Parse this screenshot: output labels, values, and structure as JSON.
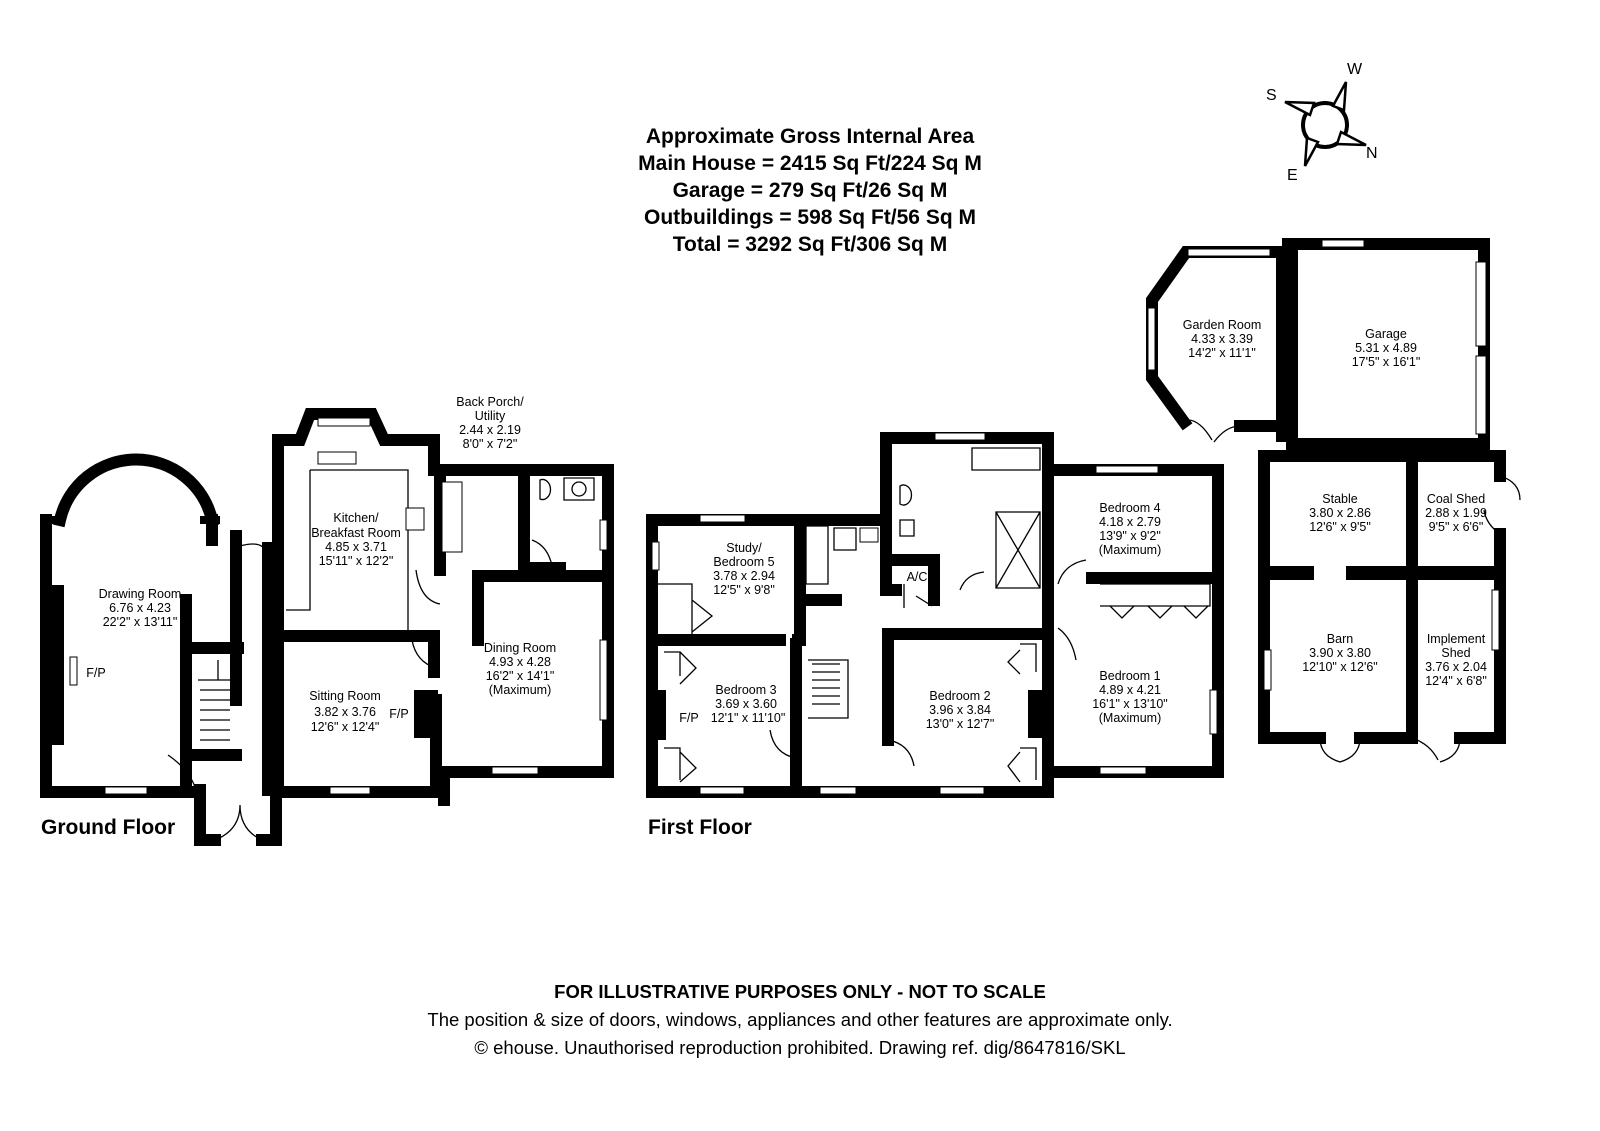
{
  "area": {
    "heading": "Approximate Gross Internal Area",
    "lines": [
      "Main House = 2415 Sq Ft/224 Sq M",
      "Garage = 279 Sq Ft/26 Sq M",
      "Outbuildings = 598 Sq Ft/56 Sq M",
      "Total = 3292 Sq Ft/306 Sq M"
    ]
  },
  "compass": {
    "n": "N",
    "s": "S",
    "e": "E",
    "w": "W"
  },
  "floors": {
    "ground": "Ground Floor",
    "first": "First Floor"
  },
  "rooms": {
    "drawing": {
      "name": "Drawing Room",
      "metric": "6.76 x 4.23",
      "imperial": "22'2\" x 13'11\"",
      "fp": "F/P"
    },
    "kitchen": {
      "name1": "Kitchen/",
      "name2": "Breakfast Room",
      "metric": "4.85 x 3.71",
      "imperial": "15'11\" x 12'2\""
    },
    "porch": {
      "name1": "Back Porch/",
      "name2": "Utility",
      "metric": "2.44 x 2.19",
      "imperial": "8'0\" x 7'2\""
    },
    "sitting": {
      "name": "Sitting Room",
      "metric": "3.82 x 3.76",
      "imperial": "12'6\" x 12'4\"",
      "fp": "F/P"
    },
    "dining": {
      "name": "Dining Room",
      "metric": "4.93 x 4.28",
      "imperial": "16'2\" x 14'1\"",
      "note": "(Maximum)"
    },
    "study": {
      "name1": "Study/",
      "name2": "Bedroom 5",
      "metric": "3.78 x 2.94",
      "imperial": "12'5\" x 9'8\""
    },
    "bed3": {
      "name": "Bedroom 3",
      "metric": "3.69 x 3.60",
      "imperial": "12'1\" x 11'10\"",
      "fp": "F/P"
    },
    "bed2": {
      "name": "Bedroom 2",
      "metric": "3.96 x 3.84",
      "imperial": "13'0\" x 12'7\""
    },
    "bed4": {
      "name": "Bedroom 4",
      "metric": "4.18 x 2.79",
      "imperial": "13'9\" x 9'2\"",
      "note": "(Maximum)"
    },
    "bed1": {
      "name": "Bedroom 1",
      "metric": "4.89 x 4.21",
      "imperial": "16'1\" x 13'10\"",
      "note": "(Maximum)"
    },
    "ac": {
      "name": "A/C"
    },
    "garden": {
      "name": "Garden Room",
      "metric": "4.33 x 3.39",
      "imperial": "14'2\" x 11'1\""
    },
    "garage": {
      "name": "Garage",
      "metric": "5.31 x 4.89",
      "imperial": "17'5\" x 16'1\""
    },
    "stable": {
      "name": "Stable",
      "metric": "3.80 x 2.86",
      "imperial": "12'6\" x 9'5\""
    },
    "coal": {
      "name": "Coal Shed",
      "metric": "2.88 x 1.99",
      "imperial": "9'5\" x 6'6\""
    },
    "barn": {
      "name": "Barn",
      "metric": "3.90 x 3.80",
      "imperial": "12'10\" x 12'6\""
    },
    "implement": {
      "name1": "Implement",
      "name2": "Shed",
      "metric": "3.76 x 2.04",
      "imperial": "12'4\" x 6'8\""
    }
  },
  "disclaimer": {
    "title": "FOR ILLUSTRATIVE PURPOSES ONLY - NOT TO SCALE",
    "line1": "The position & size of doors, windows, appliances and other features are approximate only.",
    "line2": "© ehouse. Unauthorised reproduction prohibited. Drawing ref. dig/8647816/SKL"
  }
}
